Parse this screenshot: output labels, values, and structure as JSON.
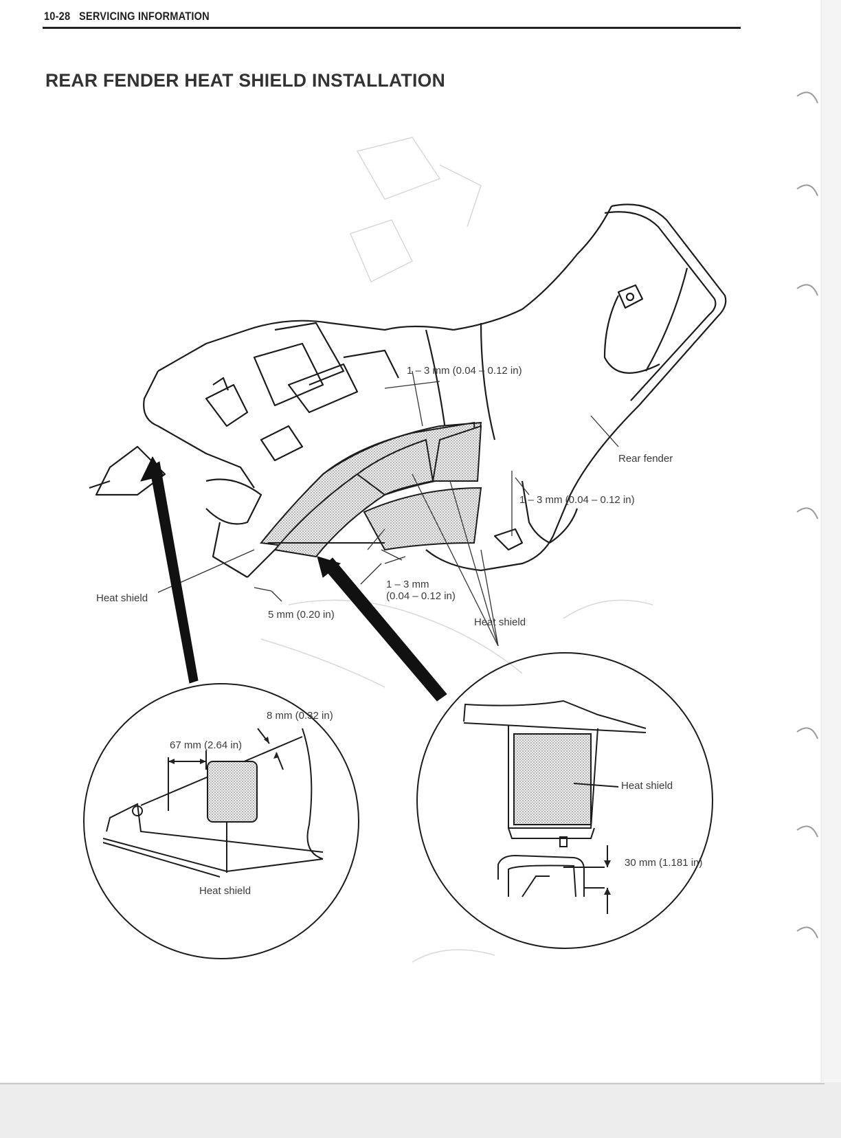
{
  "header": {
    "page_number": "10-28",
    "section": "SERVICING INFORMATION"
  },
  "title": "REAR FENDER HEAT SHIELD INSTALLATION",
  "diagram": {
    "labels": {
      "gap_top": "1 – 3 mm (0.04 – 0.12 in)",
      "rear_fender": "Rear fender",
      "gap_right": "1 – 3 mm (0.04 – 0.12 in)",
      "heat_shield_left": "Heat shield",
      "gap_lower_line1": "1 – 3 mm",
      "gap_lower_line2": "(0.04 – 0.12 in)",
      "edge_5mm": "5 mm (0.20 in)",
      "heat_shield_center": "Heat shield"
    },
    "detail_left": {
      "dim_8mm": "8 mm (0.32 in)",
      "dim_67mm": "67 mm (2.64 in)",
      "heat_shield": "Heat shield"
    },
    "detail_right": {
      "heat_shield": "Heat shield",
      "dim_30mm": "30 mm (1.181 in)"
    }
  }
}
